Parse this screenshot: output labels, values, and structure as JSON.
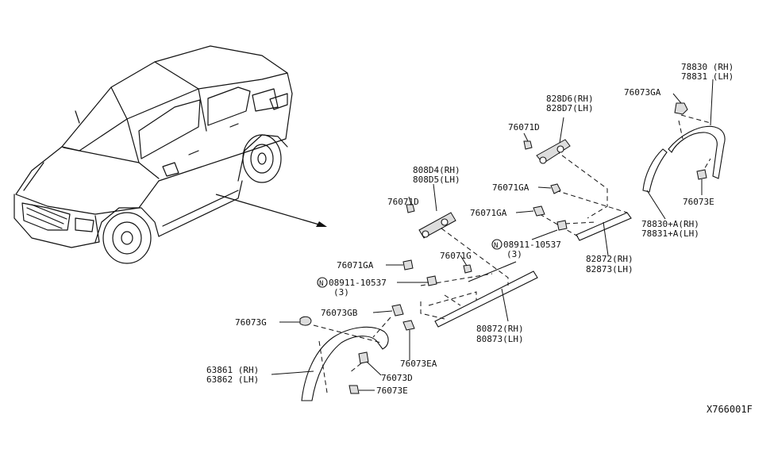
{
  "labels": {
    "p1_rh": "78830 (RH)",
    "p1_lh": "78831 (LH)",
    "p2": "76073GA",
    "p3_rh": "828D6(RH)",
    "p3_lh": "828D7(LH)",
    "p4": "76071D",
    "p5": "76073E",
    "p6_rh": "808D4(RH)",
    "p6_lh": "808D5(LH)",
    "p7": "76071D",
    "p8": "76071GA",
    "p9": "76071GA",
    "p10_rh": "78830+A(RH)",
    "p10_lh": "78831+A(LH)",
    "p11": "08911-10537",
    "p11_qty": "(3)",
    "p12_rh": "82872(RH)",
    "p12_lh": "82873(LH)",
    "p13": "76071GA",
    "p14": "76071G",
    "p15": "08911-10537",
    "p15_qty": "(3)",
    "p16": "76073GB",
    "p17": "76073G",
    "p18_rh": "80872(RH)",
    "p18_lh": "80873(LH)",
    "p19": "76073EA",
    "p20_rh": "63861 (RH)",
    "p20_lh": "63862 (LH)",
    "p21": "76073D",
    "p22": "76073E",
    "diagram_code": "X766001F"
  },
  "symbols": {
    "nut_mark": "N"
  }
}
